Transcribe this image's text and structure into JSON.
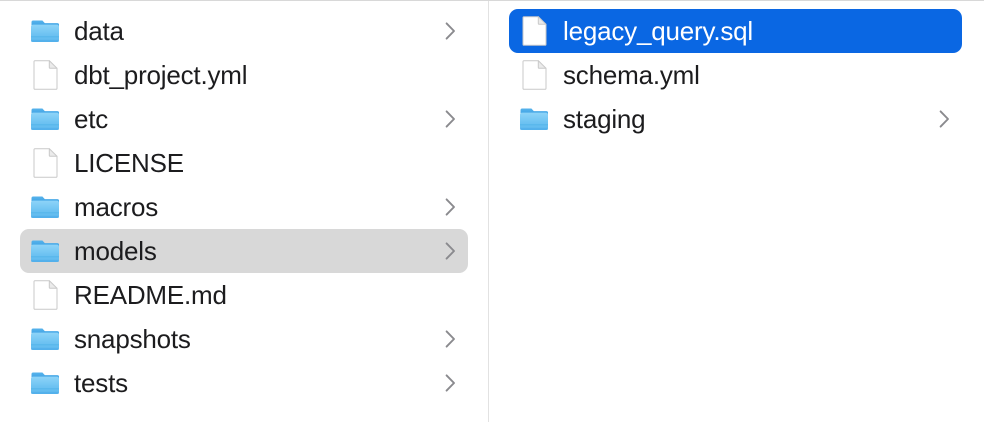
{
  "window": {
    "title": "Finder Column Browser",
    "view_mode": "column"
  },
  "colors": {
    "selection_active": "#0a67e3",
    "selection_inactive": "#d8d8d8",
    "folder_blue": "#74c7f5",
    "folder_tab_blue": "#3aa3e8",
    "text_primary": "#1c1c1e",
    "text_selected": "#ffffff",
    "chevron_gray": "#8a8a8e",
    "divider": "#e2e2e2",
    "background": "#ffffff"
  },
  "columns": [
    {
      "name": "project-root-column",
      "items": [
        {
          "label": "data",
          "kind": "folder",
          "icon": "folder-icon",
          "has_chevron": true,
          "selected": "none"
        },
        {
          "label": "dbt_project.yml",
          "kind": "file",
          "icon": "document-icon",
          "has_chevron": false,
          "selected": "none"
        },
        {
          "label": "etc",
          "kind": "folder",
          "icon": "folder-icon",
          "has_chevron": true,
          "selected": "none"
        },
        {
          "label": "LICENSE",
          "kind": "file",
          "icon": "document-icon",
          "has_chevron": false,
          "selected": "none"
        },
        {
          "label": "macros",
          "kind": "folder",
          "icon": "folder-icon",
          "has_chevron": true,
          "selected": "none"
        },
        {
          "label": "models",
          "kind": "folder",
          "icon": "folder-icon",
          "has_chevron": true,
          "selected": "inactive"
        },
        {
          "label": "README.md",
          "kind": "file",
          "icon": "document-icon",
          "has_chevron": false,
          "selected": "none"
        },
        {
          "label": "snapshots",
          "kind": "folder",
          "icon": "folder-icon",
          "has_chevron": true,
          "selected": "none"
        },
        {
          "label": "tests",
          "kind": "folder",
          "icon": "folder-icon",
          "has_chevron": true,
          "selected": "none"
        }
      ]
    },
    {
      "name": "models-folder-column",
      "items": [
        {
          "label": "legacy_query.sql",
          "kind": "file",
          "icon": "document-icon",
          "has_chevron": false,
          "selected": "active"
        },
        {
          "label": "schema.yml",
          "kind": "file",
          "icon": "document-icon",
          "has_chevron": false,
          "selected": "none"
        },
        {
          "label": "staging",
          "kind": "folder",
          "icon": "folder-icon",
          "has_chevron": true,
          "selected": "none"
        }
      ]
    }
  ]
}
